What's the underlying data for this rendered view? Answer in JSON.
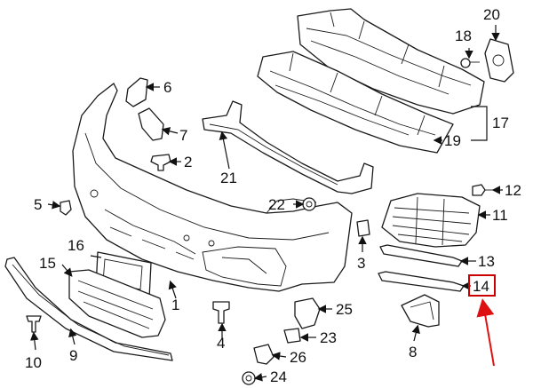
{
  "callouts": {
    "c1": "1",
    "c2": "2",
    "c3": "3",
    "c4": "4",
    "c5": "5",
    "c6": "6",
    "c7": "7",
    "c8": "8",
    "c9": "9",
    "c10": "10",
    "c11": "11",
    "c12": "12",
    "c13": "13",
    "c14": "14",
    "c15": "15",
    "c16": "16",
    "c17": "17",
    "c18": "18",
    "c19": "19",
    "c20": "20",
    "c21": "21",
    "c22": "22",
    "c23": "23",
    "c24": "24",
    "c25": "25",
    "c26": "26"
  },
  "highlight": {
    "part": "14",
    "box_color": "#cc0000",
    "arrow_color": "#dd1111"
  }
}
